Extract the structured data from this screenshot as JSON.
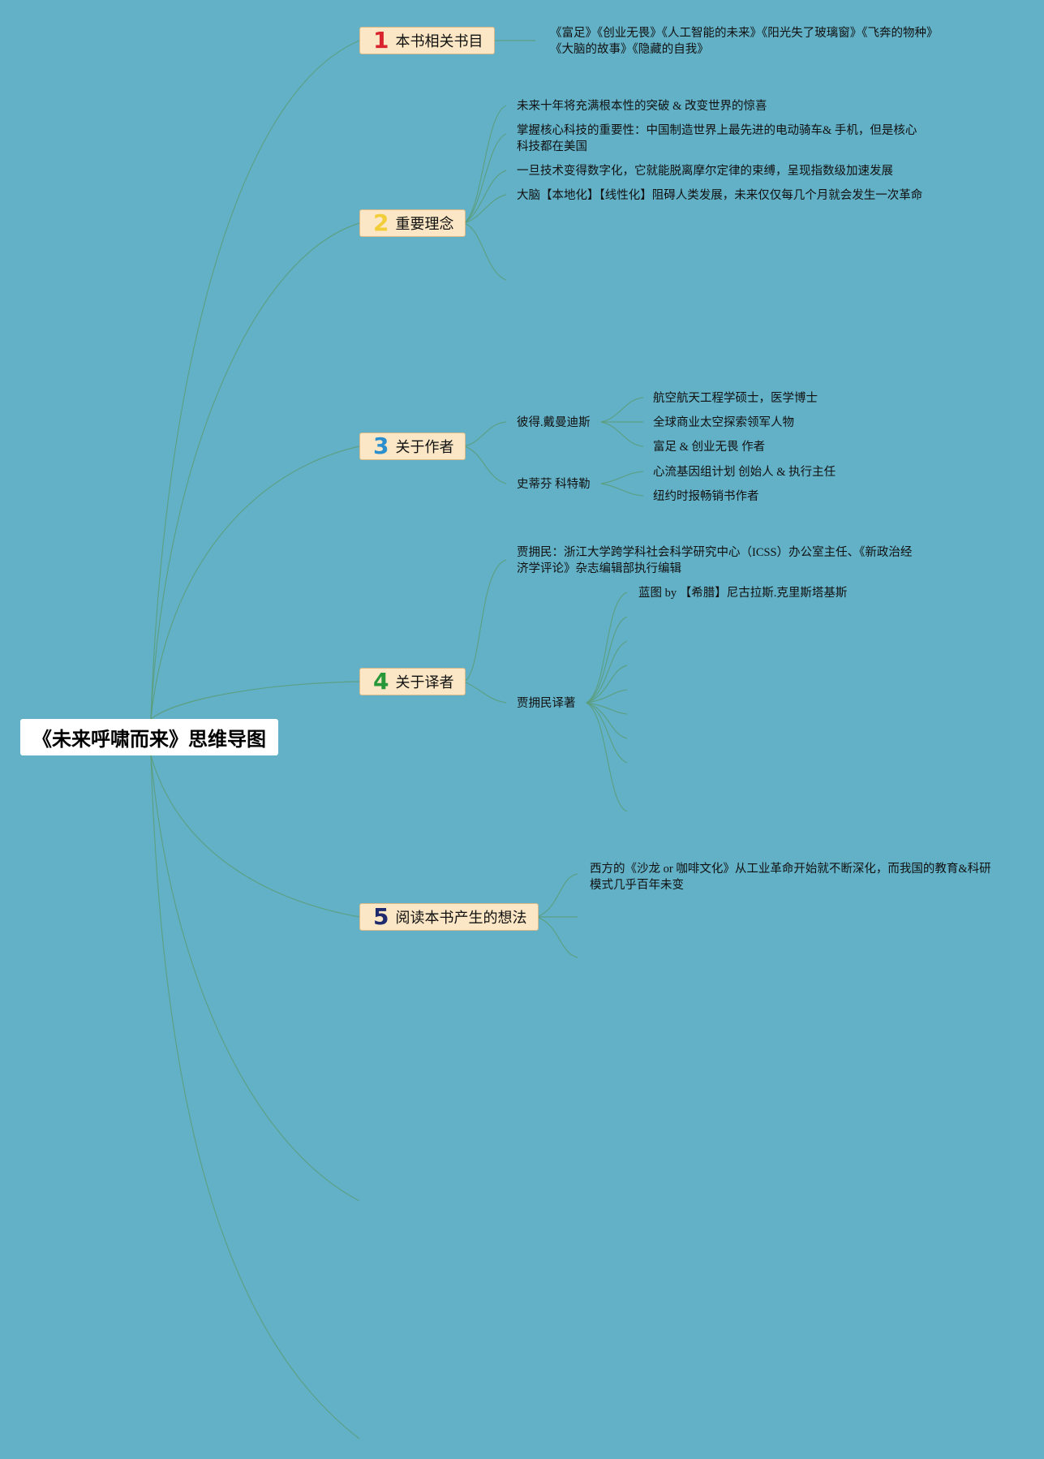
{
  "root": {
    "title": "《未来呼啸而来》思维导图"
  },
  "branches": [
    {
      "number": "1",
      "color": "#d9242d",
      "label": "本书相关书目",
      "leaves": [
        "《富足》《创业无畏》《人工智能的未来》《阳光失了玻璃窗》《飞奔的物种》",
        "《大脑的故事》《隐藏的自我》"
      ]
    },
    {
      "number": "2",
      "color": "#f2cd3a",
      "label": "重要理念",
      "leaves": [
        "未来十年将充满根本性的突破 & 改变世界的惊喜",
        "掌握核心科技的重要性：中国制造世界上最先进的电动骑车& 手机，但是核心科技都在美国",
        "一旦技术变得数字化，它就能脱离摩尔定律的束缚，呈现指数级加速发展",
        "大脑【本地化】【线性化】阻碍人类发展，未来仅仅每几个月就会发生一次革命"
      ]
    },
    {
      "number": "3",
      "color": "#2b8fce",
      "label": "关于作者",
      "authors": [
        {
          "name": "彼得.戴曼迪斯",
          "details": [
            "航空航天工程学硕士，医学博士",
            "全球商业太空探索领军人物",
            "富足 & 创业无畏 作者"
          ]
        },
        {
          "name": "史蒂芬 科特勒",
          "details": [
            "心流基因组计划 创始人 & 执行主任",
            "纽约时报畅销书作者"
          ]
        }
      ]
    },
    {
      "number": "4",
      "color": "#27973a",
      "label": "关于译者",
      "leaves": [
        "贾拥民：浙江大学跨学科社会科学研究中心（ICSS）办公室主任、《新政治经济学评论》杂志编辑部执行编辑"
      ],
      "works_label": "贾拥民译著",
      "works": [
        "蓝图 by 【希腊】尼古拉斯.克里斯塔基斯"
      ]
    },
    {
      "number": "5",
      "color": "#1f2a6e",
      "label": "阅读本书产生的想法",
      "leaves": [
        "西方的《沙龙 or 咖啡文化》从工业革命开始就不断深化，而我国的教育&科研模式几乎百年未变"
      ]
    }
  ],
  "colors": {
    "background": "#62b1c7",
    "branch_fill": "#fbe7c5",
    "link": "#5c9e7a"
  }
}
